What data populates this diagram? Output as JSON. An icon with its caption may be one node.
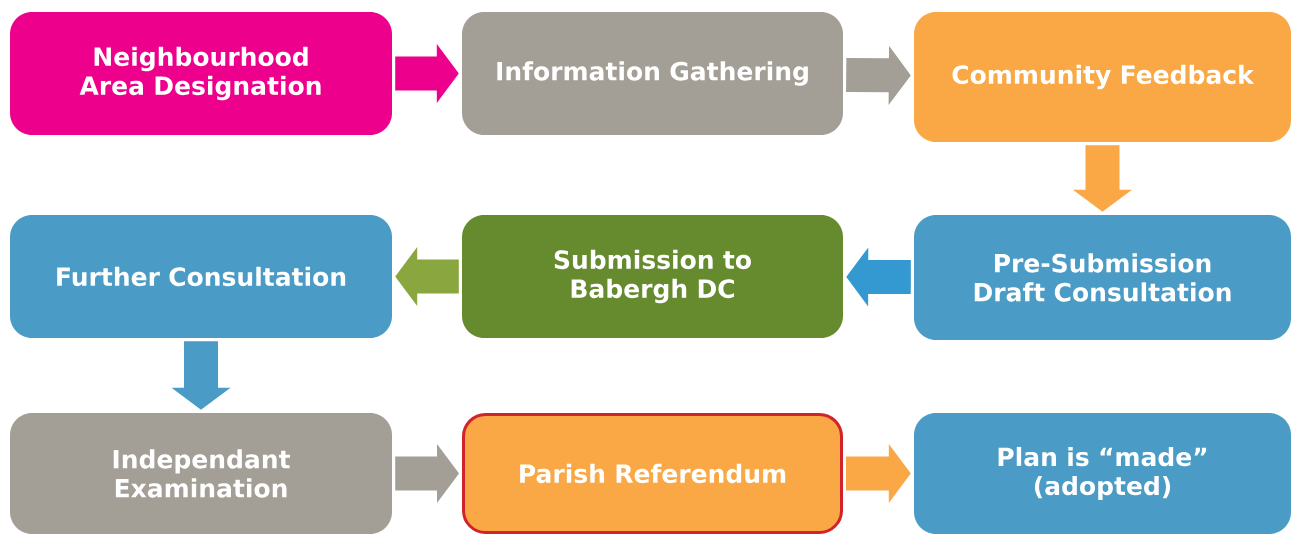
{
  "diagram": {
    "nodes": [
      {
        "text": [
          "Neighbourhood Area Designation"
        ]
      },
      {
        "text": [
          "Information Gathering"
        ]
      },
      {
        "text": [
          "Community Feedback"
        ]
      },
      {
        "text": [
          "Pre-Submission Draft Consultation"
        ]
      },
      {
        "text": [
          "Submission to Babergh DC"
        ]
      },
      {
        "text": [
          "Further Consultation"
        ]
      },
      {
        "text": [
          "Independant Examination"
        ]
      },
      {
        "text": [
          "Parish Referendum"
        ]
      },
      {
        "text": [
          "Plan is “made” (adopted)"
        ]
      }
    ],
    "edges": [
      {
        "from": 0,
        "to": 1,
        "arrow": "to",
        "color": "#ec008c"
      },
      {
        "from": 1,
        "to": 2,
        "arrow": "to",
        "color": "#a39e96"
      },
      {
        "from": 2,
        "to": 3,
        "arrow": "to",
        "color": "#f9a845"
      },
      {
        "from": 3,
        "to": 4,
        "arrow": "to",
        "color": "#3399d0"
      },
      {
        "from": 4,
        "to": 5,
        "arrow": "to",
        "color": "#8aa63f"
      },
      {
        "from": 5,
        "to": 6,
        "arrow": "to",
        "color": "#4a9cc6"
      },
      {
        "from": 6,
        "to": 7,
        "arrow": "to",
        "color": "#a39e96"
      },
      {
        "from": 7,
        "to": 8,
        "arrow": "to",
        "color": "#f9a845"
      }
    ]
  }
}
